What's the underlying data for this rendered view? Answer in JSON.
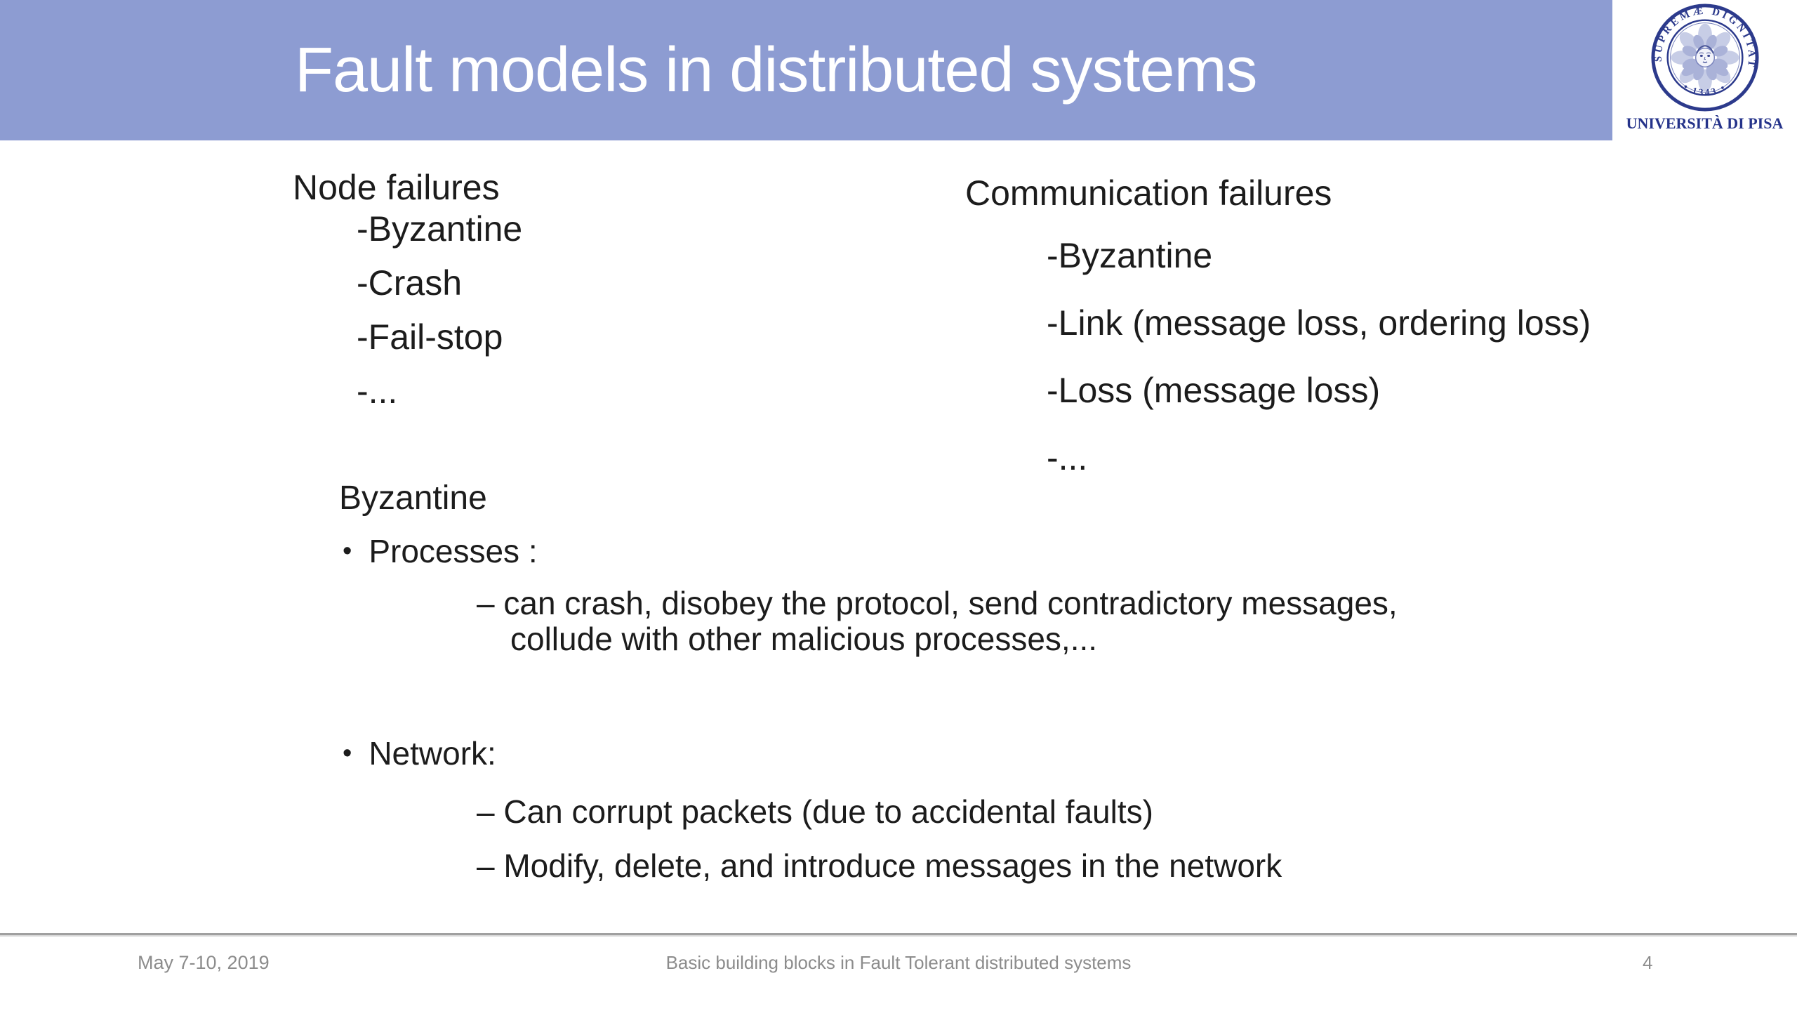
{
  "header": {
    "title": "Fault models in distributed systems",
    "background_color": "#8d9cd2",
    "logo": {
      "seal_text": "IN SUPREMÆ DIGNITATIS",
      "seal_year": "• 1343 •",
      "caption": "UNIVERSITÀ DI PISA",
      "seal_color": "#2c3a8c"
    }
  },
  "content": {
    "node_failures": {
      "heading": "Node failures",
      "items": [
        "-Byzantine",
        "-Crash",
        "-Fail-stop",
        "-..."
      ]
    },
    "communication_failures": {
      "heading": "Communication failures",
      "items": [
        "-Byzantine",
        "-Link (message loss, ordering loss)",
        "-Loss (message loss)",
        "-..."
      ]
    },
    "byzantine": {
      "heading": "Byzantine",
      "bullet_glyph": "•",
      "processes": {
        "label": "Processes :",
        "detail_line1": "– can crash, disobey the protocol, send contradictory messages,",
        "detail_line2": "collude with other malicious processes,..."
      },
      "network": {
        "label": "Network:",
        "details": [
          "– Can corrupt packets (due to accidental faults)",
          "– Modify, delete, and introduce messages in the network"
        ]
      }
    }
  },
  "footer": {
    "date": "May 7-10, 2019",
    "title": "Basic building blocks in Fault Tolerant distributed systems",
    "page_number": "4"
  },
  "colors": {
    "header_blue": "#8d9cd2",
    "seal_navy": "#2c3a8c",
    "body_text": "#1c1c1c",
    "footer_gray": "#8c8c8c"
  }
}
